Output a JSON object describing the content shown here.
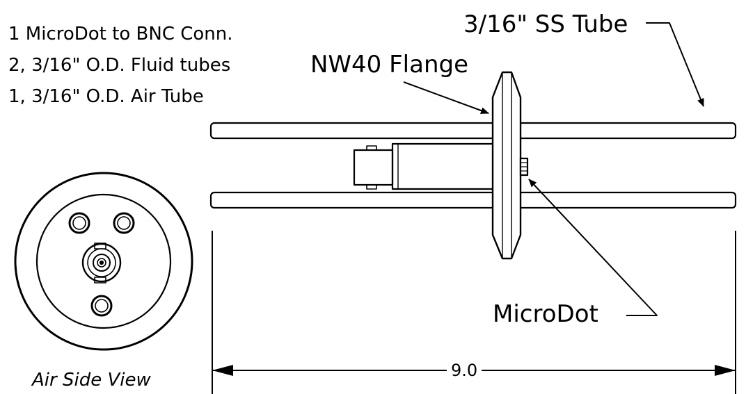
{
  "specs": [
    "1 MicroDot to BNC Conn.",
    "2, 3/16\" O.D. Fluid tubes",
    "1, 3/16\" O.D. Air Tube"
  ],
  "callouts": {
    "ss_tube": "3/16\" SS Tube",
    "flange": "NW40 Flange",
    "microdot": "MicroDot"
  },
  "dimension": "9.0",
  "view_caption": "Air Side View"
}
